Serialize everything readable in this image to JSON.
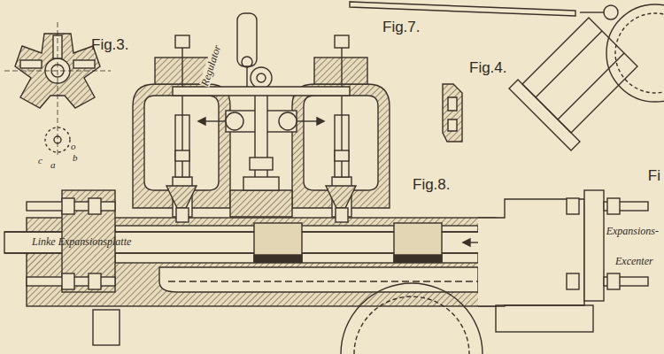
{
  "diagram": {
    "labels": [
      "Fig.3.",
      "Fig.7.",
      "Fig.4.",
      "Fig.8.",
      "Regulator",
      "Linke Expansionsplatte",
      "Expansions-",
      "Excenter",
      "c",
      "a",
      "b",
      "o",
      "Fi"
    ]
  }
}
